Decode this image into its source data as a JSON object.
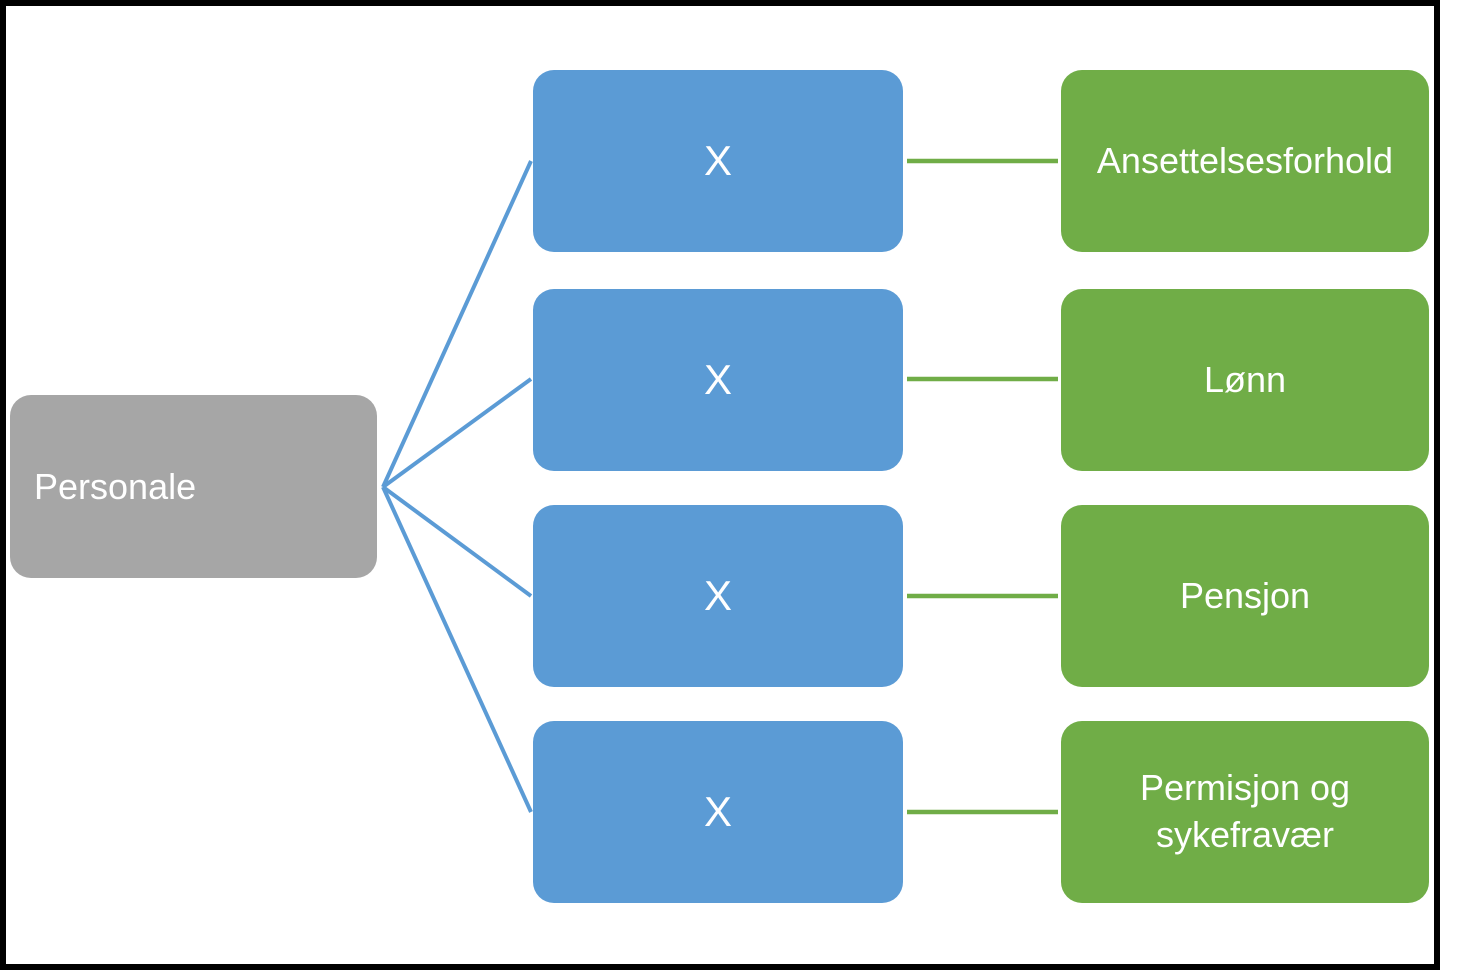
{
  "diagram": {
    "type": "hierarchy",
    "root": {
      "label": "Personale"
    },
    "rows": [
      {
        "middle_label": "X",
        "leaf_label": "Ansettelsesforhold"
      },
      {
        "middle_label": "X",
        "leaf_label": "Lønn"
      },
      {
        "middle_label": "X",
        "leaf_label": "Pensjon"
      },
      {
        "middle_label": "X",
        "leaf_label": "Permisjon og sykefravær"
      }
    ],
    "connections": [
      {
        "from": "Personale",
        "to": "X",
        "row": 1
      },
      {
        "from": "Personale",
        "to": "X",
        "row": 2
      },
      {
        "from": "Personale",
        "to": "X",
        "row": 3
      },
      {
        "from": "Personale",
        "to": "X",
        "row": 4
      },
      {
        "from": "X",
        "to": "Ansettelsesforhold",
        "row": 1
      },
      {
        "from": "X",
        "to": "Lønn",
        "row": 2
      },
      {
        "from": "X",
        "to": "Pensjon",
        "row": 3
      },
      {
        "from": "X",
        "to": "Permisjon og sykefravær",
        "row": 4
      }
    ],
    "colors": {
      "root_fill": "#A6A6A6",
      "middle_fill": "#5B9BD5",
      "leaf_fill": "#70AD47",
      "root_connector": "#5B9BD5",
      "leaf_connector": "#70AD47",
      "text": "#FFFFFF",
      "frame": "#000000",
      "background": "#FFFFFF"
    }
  }
}
